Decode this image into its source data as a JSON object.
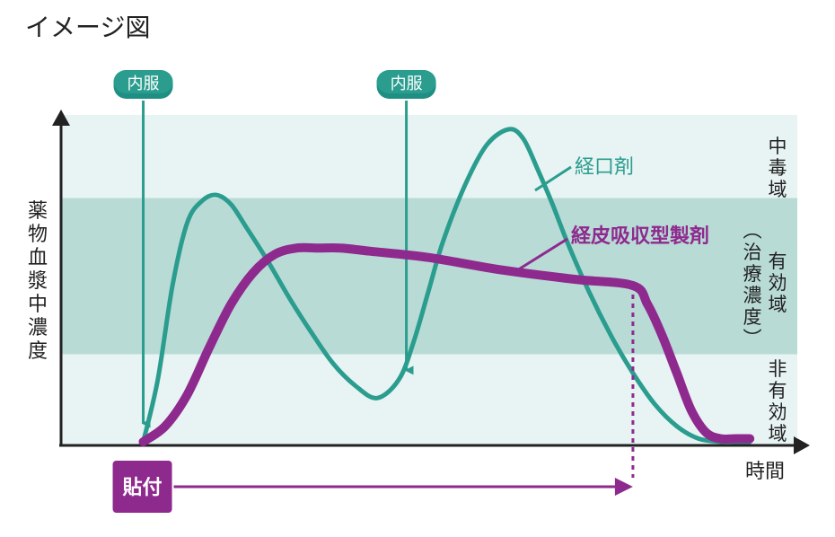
{
  "page_title": "イメージ図",
  "colors": {
    "teal": "#2a9d8f",
    "purple": "#8e2a8e",
    "band_light": "#e8f3f3",
    "band_mid": "#b9dbd6",
    "axis": "#222222"
  },
  "chart_data": {
    "type": "line",
    "title": "",
    "xlabel": "時間",
    "ylabel": "薬物血漿中濃度",
    "xlim": [
      0,
      100
    ],
    "ylim": [
      0,
      100
    ],
    "grid": false,
    "legend": "inline-labels",
    "bands": [
      {
        "label": "中毒域",
        "y_range": [
          78,
          100
        ],
        "color": "#e8f3f3"
      },
      {
        "label": "有効域",
        "sublabel": "（治療濃度）",
        "y_range": [
          28,
          78
        ],
        "color": "#b9dbd6"
      },
      {
        "label": "非有効域",
        "y_range": [
          0,
          28
        ],
        "color": "#e8f3f3"
      }
    ],
    "series": [
      {
        "name": "経口剤",
        "color": "#2a9d8f",
        "x": [
          11,
          13,
          15,
          17,
          19,
          21,
          23,
          25,
          28,
          31,
          34,
          37,
          40,
          43,
          46,
          48,
          50,
          52,
          55,
          58,
          61,
          63,
          65,
          67,
          69,
          72,
          75,
          78,
          81,
          84,
          87,
          90,
          92,
          94
        ],
        "y": [
          0,
          20,
          50,
          70,
          77,
          79,
          76,
          69,
          58,
          46,
          35,
          25,
          18,
          14,
          20,
          32,
          48,
          64,
          82,
          95,
          100,
          97,
          87,
          76,
          64,
          48,
          34,
          22,
          12,
          5,
          1,
          0,
          0,
          0
        ]
      },
      {
        "name": "経皮吸収型製剤",
        "color": "#8e2a8e",
        "x": [
          11,
          14,
          17,
          20,
          23,
          26,
          29,
          32,
          35,
          38,
          42,
          50,
          60,
          70,
          78,
          80,
          82,
          84,
          86,
          88,
          90,
          92,
          94
        ],
        "y": [
          0,
          5,
          15,
          30,
          44,
          54,
          60,
          62,
          62,
          62,
          61,
          59,
          55,
          52,
          50,
          44,
          34,
          22,
          10,
          3,
          1,
          1,
          1
        ]
      }
    ],
    "doses": [
      {
        "label": "内服",
        "x": 11
      },
      {
        "label": "内服",
        "x": 47
      }
    ],
    "patch": {
      "label": "貼付",
      "x_start": 11,
      "x_end": 78
    }
  }
}
